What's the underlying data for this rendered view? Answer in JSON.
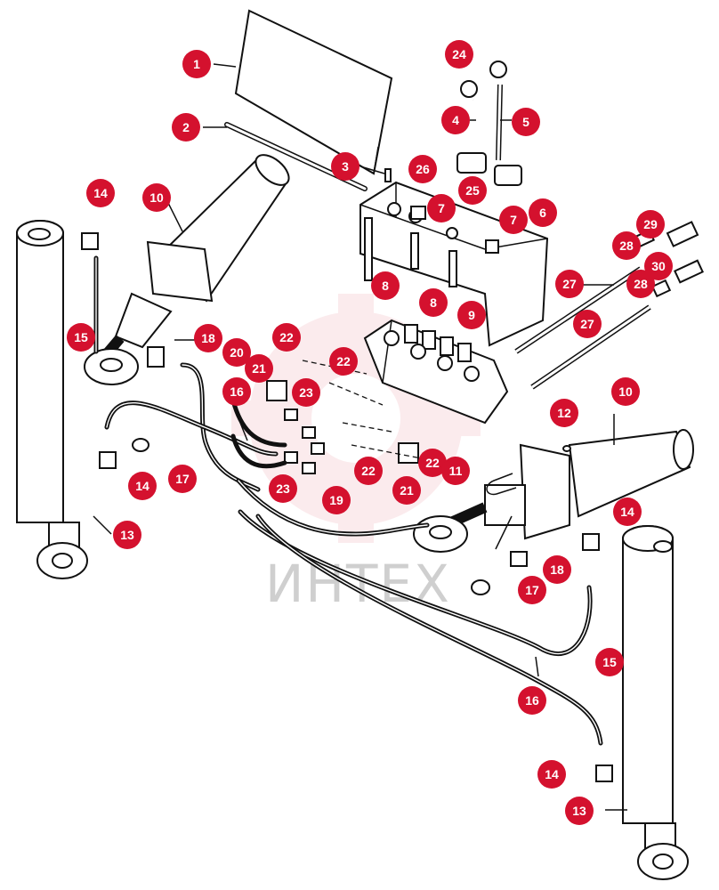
{
  "watermark": {
    "text": "ИНТЕХ",
    "color": "#f6c7cc"
  },
  "callout_color": "#d4112e",
  "callouts": [
    {
      "label": "1"
    },
    {
      "label": "2"
    },
    {
      "label": "3"
    },
    {
      "label": "24"
    },
    {
      "label": "4"
    },
    {
      "label": "5"
    },
    {
      "label": "26"
    },
    {
      "label": "25"
    },
    {
      "label": "7"
    },
    {
      "label": "7"
    },
    {
      "label": "6"
    },
    {
      "label": "29"
    },
    {
      "label": "28"
    },
    {
      "label": "30"
    },
    {
      "label": "28"
    },
    {
      "label": "27"
    },
    {
      "label": "27"
    },
    {
      "label": "8"
    },
    {
      "label": "8"
    },
    {
      "label": "9"
    },
    {
      "label": "14"
    },
    {
      "label": "10"
    },
    {
      "label": "15"
    },
    {
      "label": "18"
    },
    {
      "label": "20"
    },
    {
      "label": "21"
    },
    {
      "label": "22"
    },
    {
      "label": "22"
    },
    {
      "label": "16"
    },
    {
      "label": "23"
    },
    {
      "label": "12"
    },
    {
      "label": "10"
    },
    {
      "label": "14"
    },
    {
      "label": "17"
    },
    {
      "label": "23"
    },
    {
      "label": "22"
    },
    {
      "label": "22"
    },
    {
      "label": "11"
    },
    {
      "label": "21"
    },
    {
      "label": "13"
    },
    {
      "label": "19"
    },
    {
      "label": "14"
    },
    {
      "label": "18"
    },
    {
      "label": "17"
    },
    {
      "label": "15"
    },
    {
      "label": "16"
    },
    {
      "label": "14"
    },
    {
      "label": "13"
    }
  ]
}
